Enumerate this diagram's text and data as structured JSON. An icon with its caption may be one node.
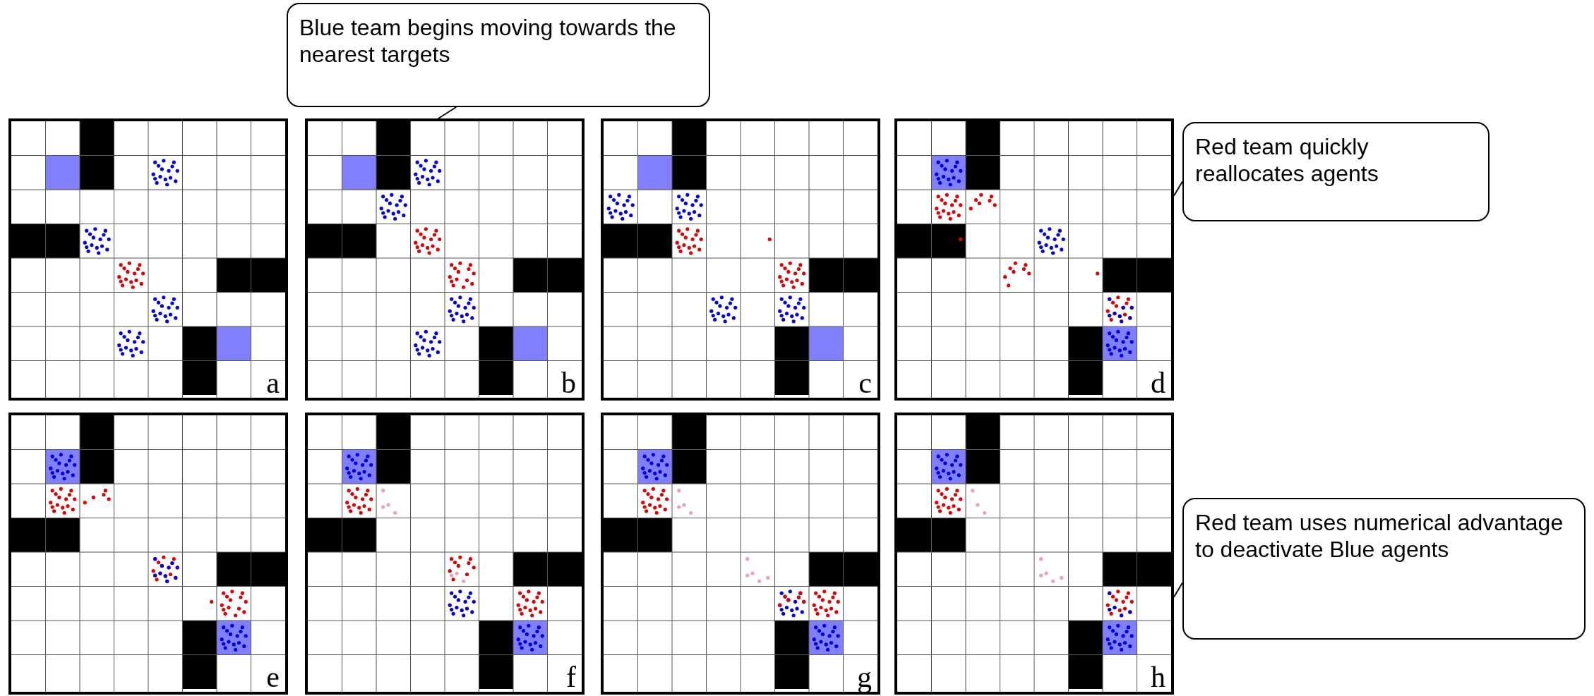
{
  "diagram": {
    "nodes": [
      {
        "text": [
          "a"
        ]
      },
      {
        "text": [
          "b"
        ]
      },
      {
        "text": [
          "c"
        ]
      },
      {
        "text": [
          "d"
        ]
      },
      {
        "text": [
          "e"
        ]
      },
      {
        "text": [
          "f"
        ]
      },
      {
        "text": [
          "g"
        ]
      },
      {
        "text": [
          "h"
        ]
      },
      {
        "text": [
          "Blue team begins moving towards the nearest targets"
        ]
      },
      {
        "text": [
          "Red team quickly reallocates agents"
        ]
      },
      {
        "text": [
          "Red team uses numerical advantage to deactivate Blue agents"
        ]
      }
    ],
    "edges": [
      {
        "from": 8,
        "to": 1,
        "arrow": "none"
      },
      {
        "from": 9,
        "to": 3,
        "arrow": "none"
      },
      {
        "from": 10,
        "to": 7,
        "arrow": "none"
      }
    ]
  }
}
